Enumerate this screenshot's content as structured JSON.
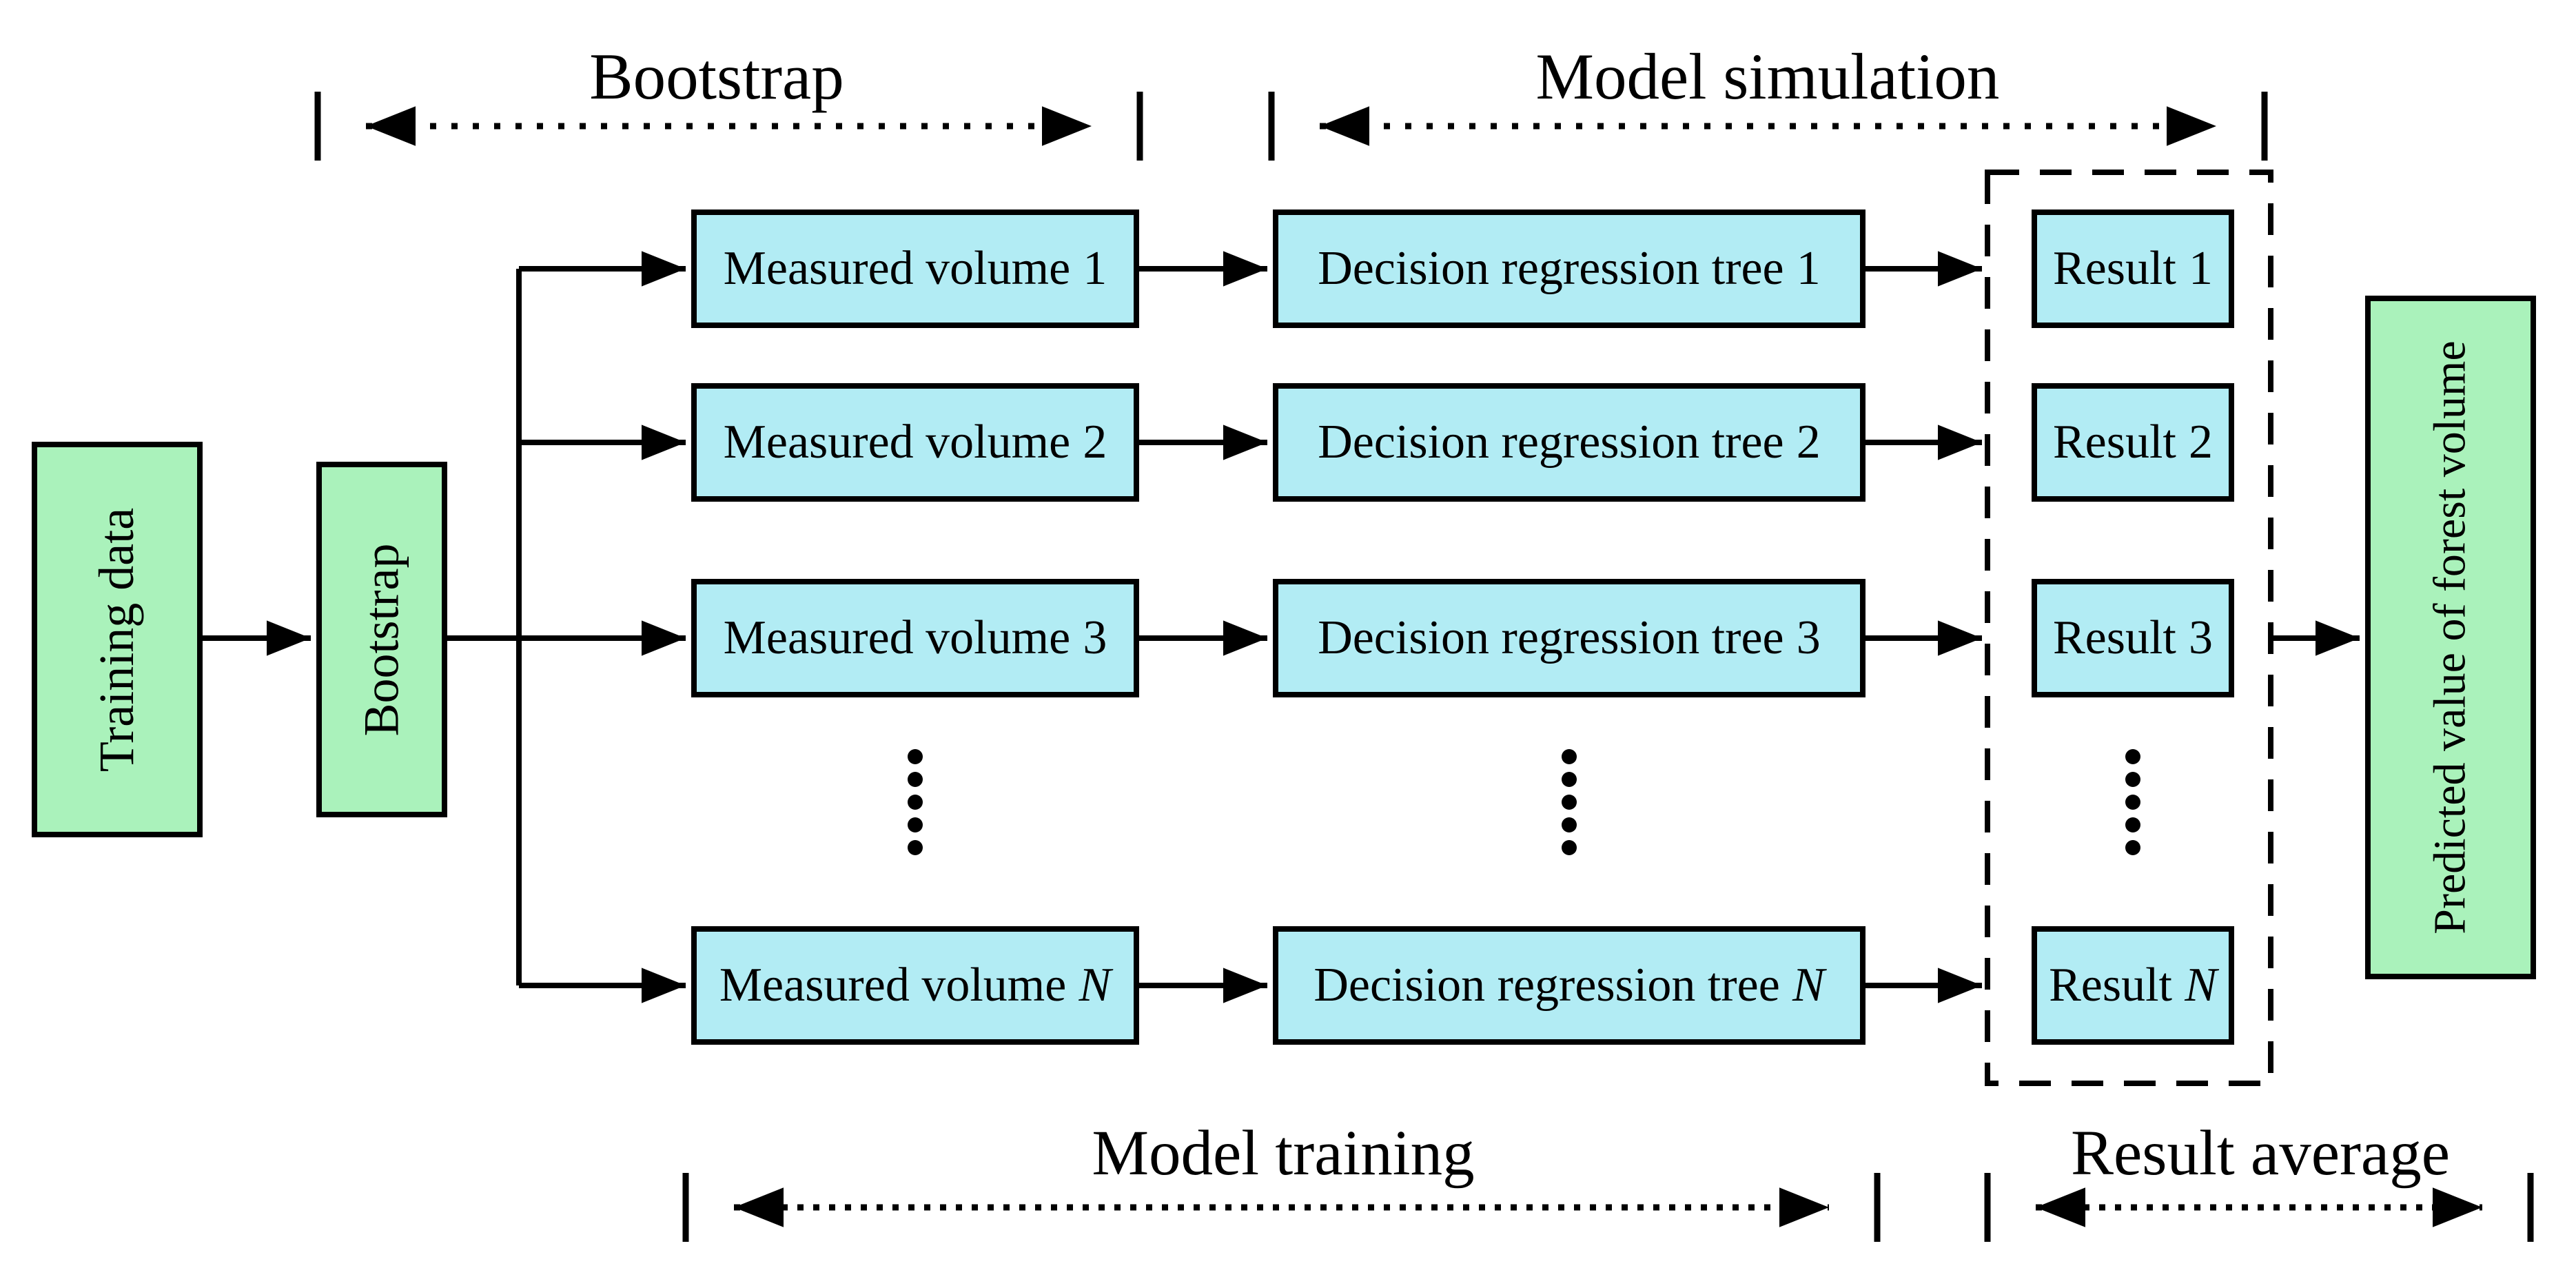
{
  "diagram": {
    "colors": {
      "node_green": "#aaf2bb",
      "node_cyan": "#b2ecf4",
      "line": "#000000",
      "bg": "#ffffff"
    },
    "brackets": {
      "bootstrap": "Bootstrap",
      "model_simulation": "Model simulation",
      "model_training": "Model training",
      "result_average": "Result average"
    },
    "nodes": {
      "training_data": "Training data",
      "bootstrap": "Bootstrap",
      "predicted_value": "Predicted value of forest volume"
    },
    "rows": [
      {
        "measured": "Measured volume",
        "tree": "Decision regression tree",
        "result": "Result",
        "index": "1"
      },
      {
        "measured": "Measured volume",
        "tree": "Decision regression tree",
        "result": "Result",
        "index": "2"
      },
      {
        "measured": "Measured volume",
        "tree": "Decision regression tree",
        "result": "Result",
        "index": "3"
      },
      {
        "measured": "Measured volume",
        "tree": "Decision regression tree",
        "result": "Result",
        "index": "N"
      }
    ]
  }
}
